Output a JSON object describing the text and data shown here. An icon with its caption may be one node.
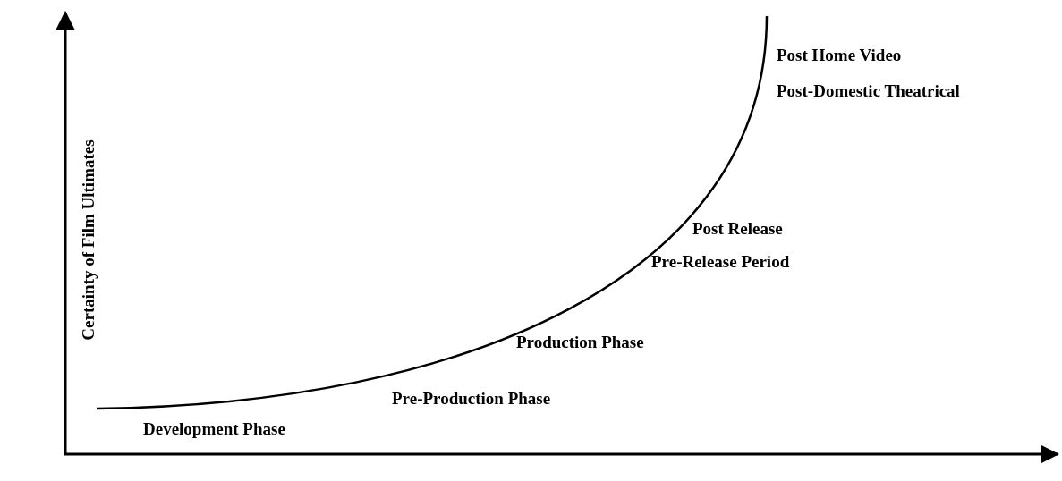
{
  "diagram": {
    "labels": [
      "Certainty of Film Ultimates",
      "Post Home Video",
      "Post-Domestic Theatrical",
      "Post Release",
      "Pre-Release Period",
      "Production Phase",
      "Pre-Production Phase",
      "Development Phase"
    ]
  }
}
